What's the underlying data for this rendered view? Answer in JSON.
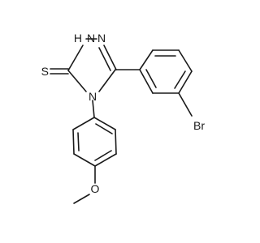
{
  "molecule": {
    "atoms": [
      {
        "id": "S",
        "label": "S",
        "color": "#1a1a1a"
      },
      {
        "id": "NH",
        "label": "H",
        "color": "#1a1a1a"
      },
      {
        "id": "NH_N",
        "label": "N",
        "color": "#1a1a1a"
      },
      {
        "id": "N2",
        "label": "N",
        "color": "#1a1a1a"
      },
      {
        "id": "N4",
        "label": "N",
        "color": "#1a1a1a"
      },
      {
        "id": "Br",
        "label": "Br",
        "color": "#1a1a1a"
      },
      {
        "id": "O",
        "label": "O",
        "color": "#1a1a1a"
      }
    ]
  }
}
